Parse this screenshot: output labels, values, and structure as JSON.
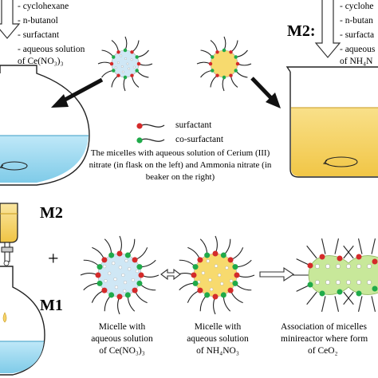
{
  "top_left_list": [
    "- cyclohexane",
    "- n-butanol",
    "- surfactant",
    "- aqueous solution",
    "of Ce(NO₃)₃"
  ],
  "top_right_label": "M2:",
  "top_right_list": [
    "- cyclohe",
    "- n-butan",
    "- surfacta",
    "- aqueous",
    "of NH₄N"
  ],
  "legend": {
    "surfactant": "surfactant",
    "cosurfactant": "co-surfactant"
  },
  "caption": [
    "The micelles with aqueous solution of Cerium (III)",
    "nitrate (in flask on the left) and Ammonia nitrate (in",
    "beaker on the right)"
  ],
  "bottom_labels": {
    "m2": "M2",
    "plus": "+",
    "m1": "M1"
  },
  "micelle_captions": {
    "ce": [
      "Micelle with",
      "aqueous solution",
      "of Ce(NO₃)₃"
    ],
    "nh4": [
      "Micelle with",
      "aqueous solution",
      "of NH₄NO₃"
    ],
    "assoc": [
      "Association of micelles",
      "minireactor where form",
      "of CeO₂"
    ]
  },
  "colors": {
    "cerium_core": "#cfe7f5",
    "ammonium_core": "#f7da6e",
    "assoc_core": "#c8e89a",
    "surfactant_head": "#d42a2a",
    "cosurfactant_head": "#1faa4a",
    "flask_liquid": "#a9def3",
    "beaker_liquid": "#f6d36b"
  }
}
